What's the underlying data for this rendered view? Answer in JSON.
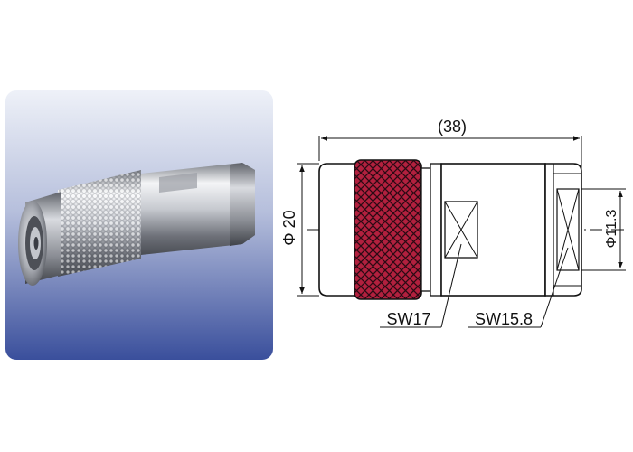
{
  "drawing": {
    "overall_length_label": "(38)",
    "outer_diameter_label": "Φ 20",
    "cable_diameter_label": "Φ11.3",
    "wrench_size_1_label": "SW17",
    "wrench_size_2_label": "SW15.8"
  },
  "photo": {
    "icon": "n-connector-photo"
  }
}
